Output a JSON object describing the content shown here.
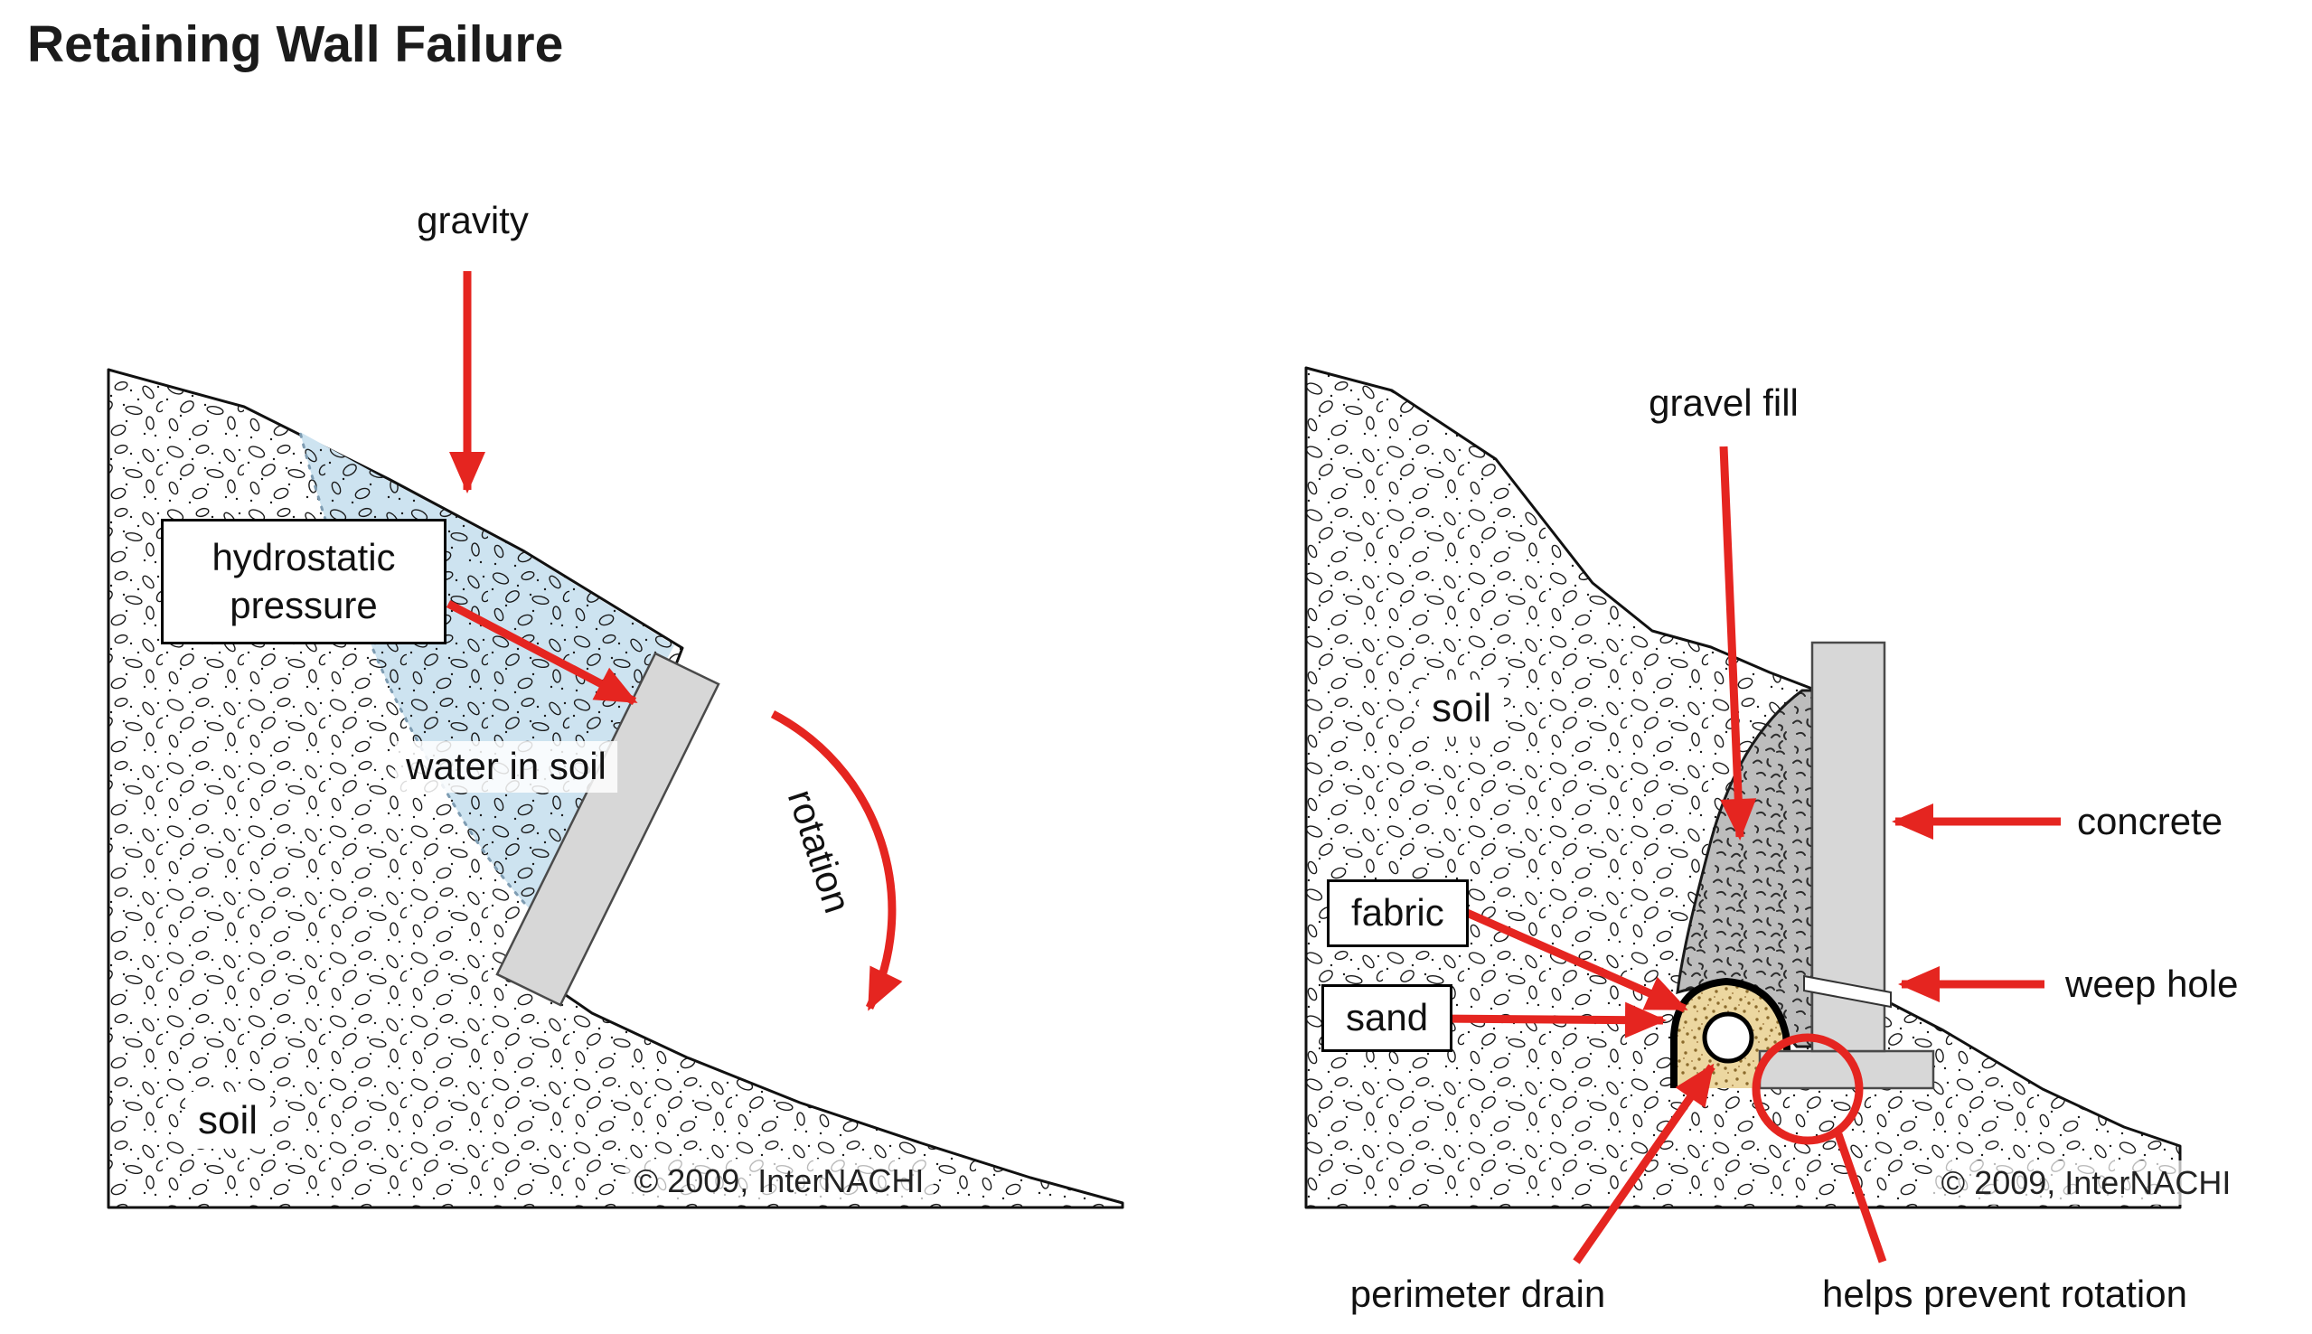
{
  "title": "Retaining Wall Failure",
  "left": {
    "gravity": "gravity",
    "hydrostatic": "hydrostatic pressure",
    "water": "water in soil",
    "rotation": "rotation",
    "soil": "soil",
    "copyright": "© 2009, InterNACHI"
  },
  "right": {
    "gravel_fill": "gravel fill",
    "soil": "soil",
    "concrete": "concrete",
    "weep_hole": "weep hole",
    "fabric": "fabric",
    "sand": "sand",
    "perimeter_drain": "perimeter drain",
    "helps": "helps prevent rotation",
    "copyright": "© 2009, InterNACHI"
  },
  "colors": {
    "arrow_red": "#E52520",
    "wall_gray": "#d7d7d7",
    "water_blue": "#cde3f0",
    "gravel_gray": "#bdbdbd",
    "sand_tan": "#ecd7a0",
    "outline_black": "#111111"
  }
}
